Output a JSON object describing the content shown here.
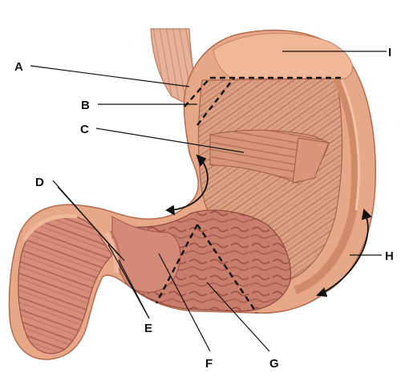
{
  "figure": {
    "labels": [
      {
        "id": "A",
        "text": "A"
      },
      {
        "id": "B",
        "text": "B"
      },
      {
        "id": "C",
        "text": "C"
      },
      {
        "id": "D",
        "text": "D"
      },
      {
        "id": "E",
        "text": "E"
      },
      {
        "id": "F",
        "text": "F"
      },
      {
        "id": "G",
        "text": "G"
      },
      {
        "id": "H",
        "text": "H"
      },
      {
        "id": "I",
        "text": "I"
      }
    ]
  },
  "colors": {
    "outer_wall": "#e9a887",
    "outer_wall_dark": "#c9785a",
    "muscle": "#d99576",
    "mucosa": "#cc7f6c",
    "mucosa_dark": "#a95c52",
    "esophagus": "#e3a98e",
    "leader_line": "#111111"
  }
}
